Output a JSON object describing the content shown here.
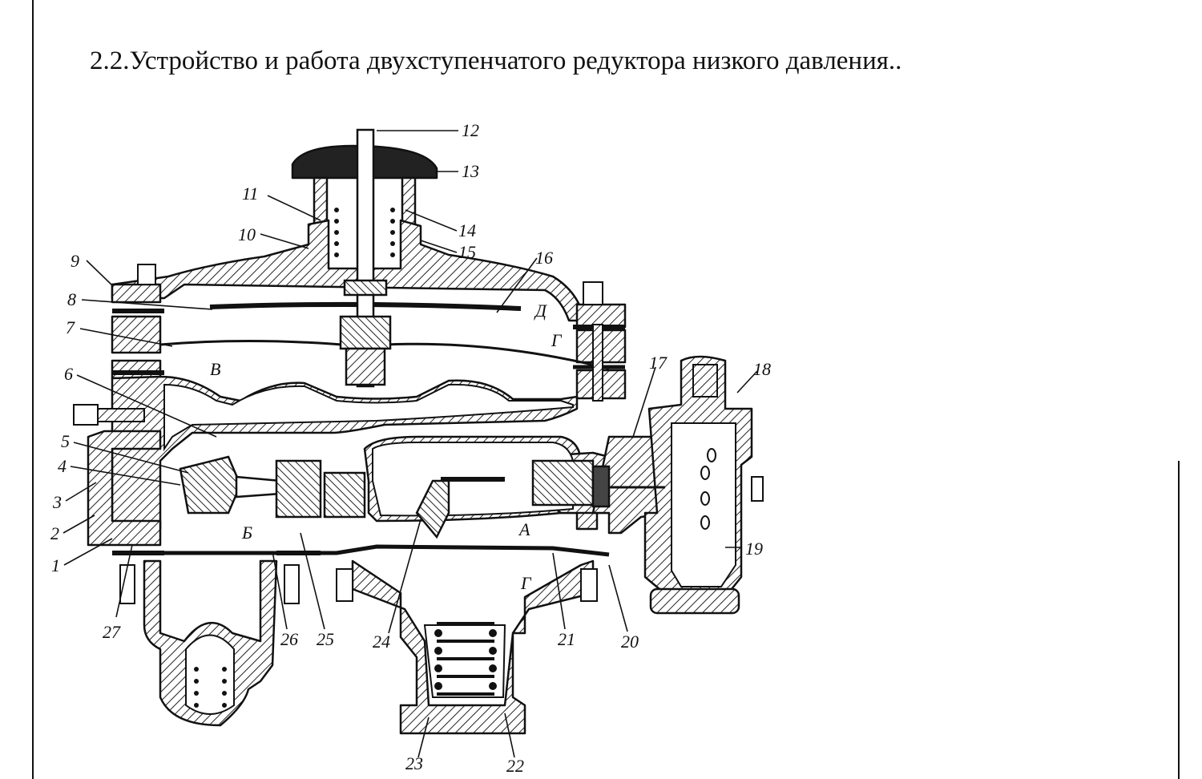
{
  "title": "2.2.Устройство и работа двухступенчатого редуктора низкого давления..",
  "labels": {
    "l1": "1",
    "l2": "2",
    "l3": "3",
    "l4": "4",
    "l5": "5",
    "l6": "6",
    "l7": "7",
    "l8": "8",
    "l9": "9",
    "l10": "10",
    "l11": "11",
    "l12": "12",
    "l13": "13",
    "l14": "14",
    "l15": "15",
    "l16": "16",
    "l17": "17",
    "l18": "18",
    "l19": "19",
    "l20": "20",
    "l21": "21",
    "l22": "22",
    "l23": "23",
    "l24": "24",
    "l25": "25",
    "l26": "26",
    "l27": "27"
  },
  "zones": {
    "a": "А",
    "b": "Б",
    "v": "В",
    "g_top": "Г",
    "g_bottom": "Г",
    "d": "Д"
  }
}
